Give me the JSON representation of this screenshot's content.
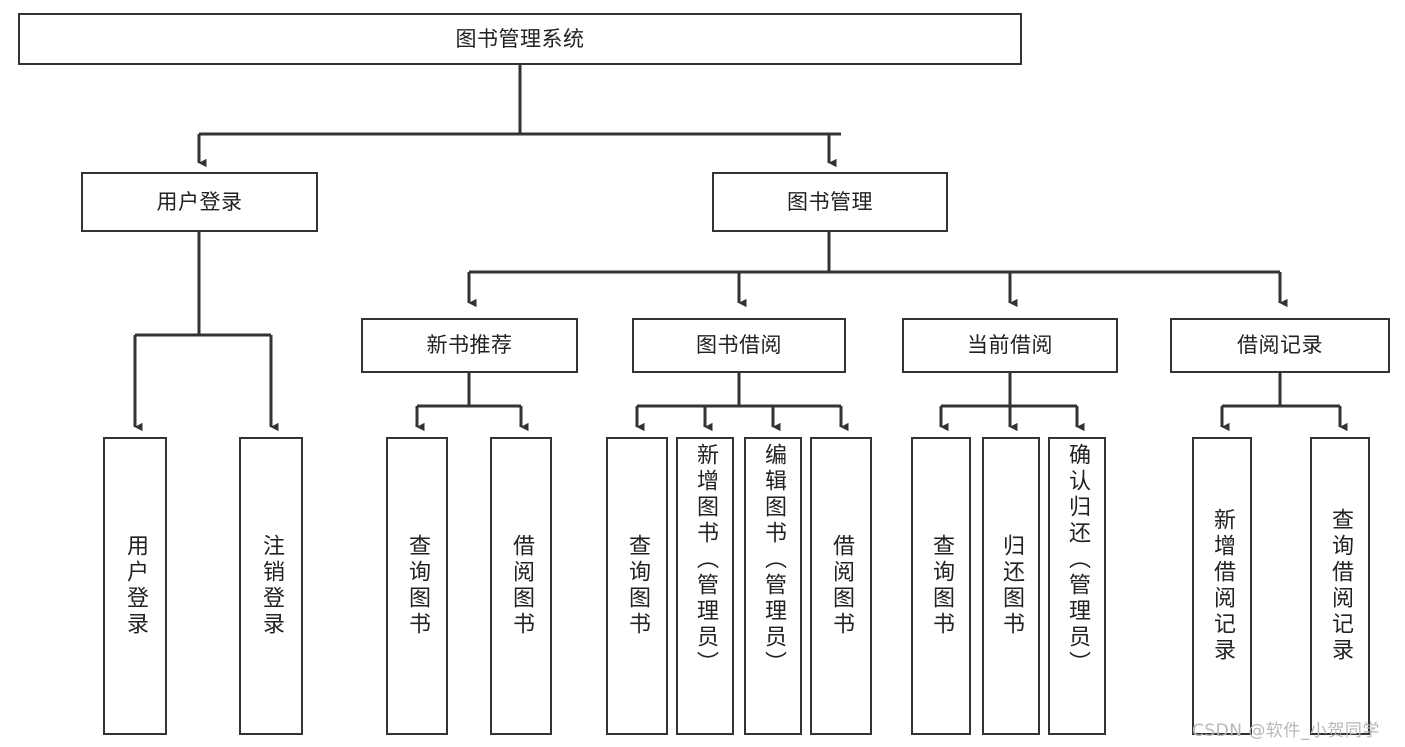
{
  "diagram": {
    "title": "图书管理系统",
    "type": "tree-hierarchy-diagram",
    "watermark": "CSDN @软件_小贺同学",
    "colors": {
      "background": "#ffffff",
      "stroke": "#333333",
      "text": "#222222",
      "watermark": "#b8b8b8"
    },
    "root": {
      "label": "图书管理系统"
    },
    "level2": [
      {
        "label": "用户登录"
      },
      {
        "label": "图书管理"
      }
    ],
    "level3": [
      {
        "label": "新书推荐"
      },
      {
        "label": "图书借阅"
      },
      {
        "label": "当前借阅"
      },
      {
        "label": "借阅记录"
      }
    ],
    "leaves": {
      "user_login": [
        {
          "label": "用户登录"
        },
        {
          "label": "注销登录"
        }
      ],
      "new_book_recommend": [
        {
          "label": "查询图书"
        },
        {
          "label": "借阅图书"
        }
      ],
      "book_borrow": [
        {
          "label": "查询图书"
        },
        {
          "label": "新增图书（管理员）"
        },
        {
          "label": "编辑图书（管理员）"
        },
        {
          "label": "借阅图书"
        }
      ],
      "current_borrow": [
        {
          "label": "查询图书"
        },
        {
          "label": "归还图书"
        },
        {
          "label": "确认归还（管理员）"
        }
      ],
      "borrow_record": [
        {
          "label": "新增借阅记录"
        },
        {
          "label": "查询借阅记录"
        }
      ]
    }
  }
}
